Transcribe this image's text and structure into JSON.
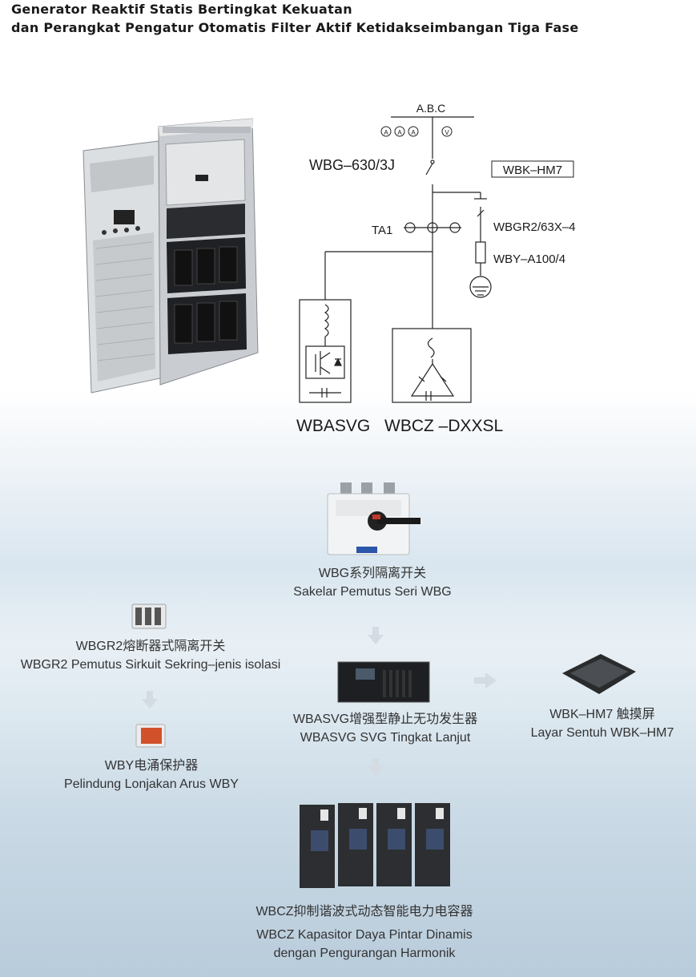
{
  "title": {
    "line1": "Generator Reaktif Statis Bertingkat Kekuatan",
    "line2": "dan Perangkat Pengatur Otomatis Filter Aktif Ketidakseimbangan Tiga Fase"
  },
  "diagram": {
    "bus_label": "A.B.C",
    "meter_a": "A",
    "meter_v": "V",
    "switch_label": "WBG–630/3J",
    "controller_label": "WBK–HM7",
    "ct_label": "TA1",
    "fuse_label": "WBGR2/63X–4",
    "spd_label": "WBY–A100/4",
    "svg_label": "WBASVG",
    "cap_label": "WBCZ –DXXSL"
  },
  "products": {
    "wbg": {
      "cn": "WBG系列隔离开关",
      "id": "Sakelar Pemutus Seri WBG"
    },
    "wbgr2": {
      "cn": "WBGR2熔断器式隔离开关",
      "id": "WBGR2 Pemutus Sirkuit Sekring–jenis isolasi"
    },
    "wby": {
      "cn": "WBY电涌保护器",
      "id": "Pelindung Lonjakan Arus WBY"
    },
    "wbasvg": {
      "cn": "WBASVG增强型静止无功发生器",
      "id": "WBASVG SVG Tingkat Lanjut"
    },
    "wbk": {
      "cn": "WBK–HM7 触摸屏",
      "id": "Layar Sentuh WBK–HM7"
    },
    "wbcz": {
      "cn": "WBCZ抑制谐波式动态智能电力电容器",
      "id_line1": "WBCZ Kapasitor Daya Pintar Dinamis",
      "id_line2": "dengan Pengurangan Harmonik"
    }
  },
  "colors": {
    "line": "#222222",
    "arrow": "#d4dbe2",
    "cabinet": "#d8dadc",
    "module": "#1d1f22"
  }
}
